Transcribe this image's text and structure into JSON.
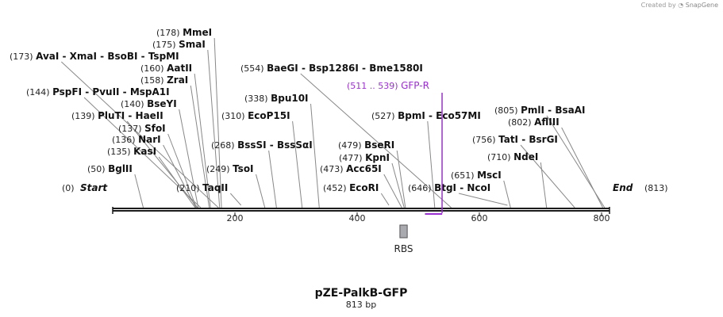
{
  "credit": {
    "prefix": "Created by",
    "brand": "SnapGene"
  },
  "plasmid": {
    "name": "pZE-PalkB-GFP",
    "length_label": "813 bp",
    "length": 813
  },
  "ends": {
    "start": {
      "label": "Start",
      "pos_label": "(0)"
    },
    "end": {
      "label": "End",
      "pos_label": "(813)"
    }
  },
  "ticks": [
    {
      "value": 200,
      "label": "200"
    },
    {
      "value": 400,
      "label": "400"
    },
    {
      "value": 600,
      "label": "600"
    },
    {
      "value": 800,
      "label": "800"
    }
  ],
  "sites": [
    {
      "pos": 50,
      "pos_label": "(50)",
      "names": [
        "BglII"
      ]
    },
    {
      "pos": 135,
      "pos_label": "(135)",
      "names": [
        "KasI"
      ]
    },
    {
      "pos": 136,
      "pos_label": "(136)",
      "names": [
        "NarI"
      ]
    },
    {
      "pos": 137,
      "pos_label": "(137)",
      "names": [
        "SfoI"
      ]
    },
    {
      "pos": 139,
      "pos_label": "(139)",
      "names": [
        "PluTI",
        "HaeII"
      ]
    },
    {
      "pos": 140,
      "pos_label": "(140)",
      "names": [
        "BseYI"
      ]
    },
    {
      "pos": 144,
      "pos_label": "(144)",
      "names": [
        "PspFI",
        "PvuII",
        "MspA1I"
      ]
    },
    {
      "pos": 158,
      "pos_label": "(158)",
      "names": [
        "ZraI"
      ]
    },
    {
      "pos": 160,
      "pos_label": "(160)",
      "names": [
        "AatII"
      ]
    },
    {
      "pos": 173,
      "pos_label": "(173)",
      "names": [
        "AvaI",
        "XmaI",
        "BsoBI",
        "TspMI"
      ]
    },
    {
      "pos": 175,
      "pos_label": "(175)",
      "names": [
        "SmaI"
      ]
    },
    {
      "pos": 178,
      "pos_label": "(178)",
      "names": [
        "MmeI"
      ]
    },
    {
      "pos": 210,
      "pos_label": "(210)",
      "names": [
        "TaqII"
      ]
    },
    {
      "pos": 249,
      "pos_label": "(249)",
      "names": [
        "TsoI"
      ]
    },
    {
      "pos": 268,
      "pos_label": "(268)",
      "names": [
        "BssSI",
        "BssSαI"
      ]
    },
    {
      "pos": 310,
      "pos_label": "(310)",
      "names": [
        "EcoP15I"
      ]
    },
    {
      "pos": 338,
      "pos_label": "(338)",
      "names": [
        "Bpu10I"
      ]
    },
    {
      "pos": 452,
      "pos_label": "(452)",
      "names": [
        "EcoRI"
      ]
    },
    {
      "pos": 473,
      "pos_label": "(473)",
      "names": [
        "Acc65I"
      ]
    },
    {
      "pos": 477,
      "pos_label": "(477)",
      "names": [
        "KpnI"
      ]
    },
    {
      "pos": 479,
      "pos_label": "(479)",
      "names": [
        "BseRI"
      ]
    },
    {
      "pos": 527,
      "pos_label": "(527)",
      "names": [
        "BpmI",
        "Eco57MI"
      ]
    },
    {
      "pos": 554,
      "pos_label": "(554)",
      "names": [
        "BaeGI",
        "Bsp1286I",
        "Bme1580I"
      ]
    },
    {
      "pos": 646,
      "pos_label": "(646)",
      "names": [
        "BtgI",
        "NcoI"
      ]
    },
    {
      "pos": 651,
      "pos_label": "(651)",
      "names": [
        "MscI"
      ]
    },
    {
      "pos": 710,
      "pos_label": "(710)",
      "names": [
        "NdeI"
      ]
    },
    {
      "pos": 756,
      "pos_label": "(756)",
      "names": [
        "TatI",
        "BsrGI"
      ]
    },
    {
      "pos": 802,
      "pos_label": "(802)",
      "names": [
        "AflIII"
      ]
    },
    {
      "pos": 805,
      "pos_label": "(805)",
      "names": [
        "PmlI",
        "BsaAI"
      ]
    }
  ],
  "primer": {
    "name": "GFP-R",
    "range_label": "(511 .. 539)",
    "start": 511,
    "end": 539,
    "color": "#9b30d0"
  },
  "features": [
    {
      "name": "RBS",
      "start": 470,
      "end": 482,
      "color": "#a9a9b0"
    }
  ],
  "colors": {
    "backbone": "#1a1a1a",
    "label_line": "#888888",
    "primer": "#9b30d0",
    "feature": "#a9a9b0"
  }
}
